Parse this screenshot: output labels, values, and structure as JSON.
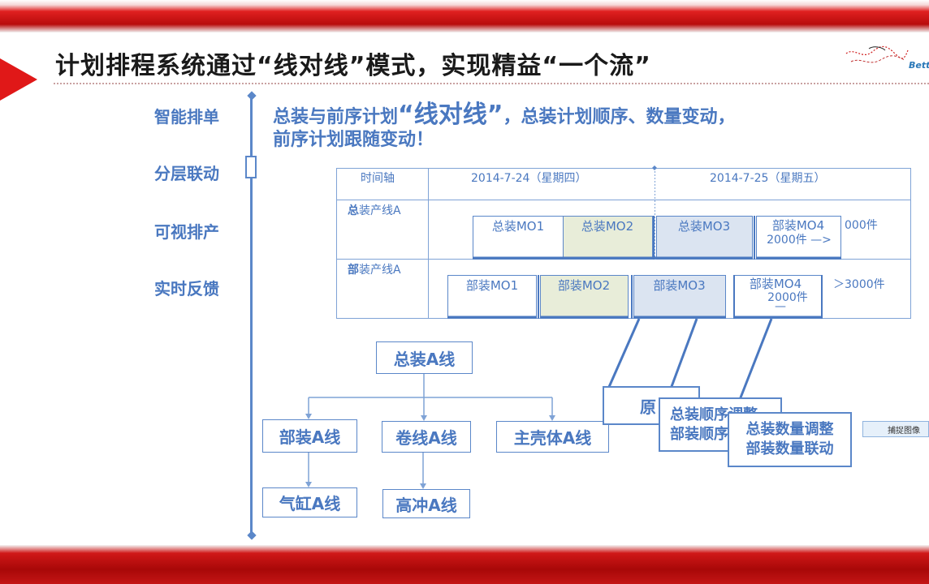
{
  "slide": {
    "title": "计划排程系统通过“线对线”模式，实现精益“一个流”",
    "logo_text": "Better"
  },
  "nav": {
    "items": [
      "智能排单",
      "分层联动",
      "可视排产",
      "实时反馈"
    ],
    "active_index": 1
  },
  "headline": {
    "part1": "总装与前序计划",
    "quote": "“线对线”",
    "part2": "，总装计划顺序、数量变动，",
    "line2": "前序计划跟随变动！"
  },
  "timeline": {
    "header_label": "时间轴",
    "day1": "2014-7-24（星期四）",
    "day2": "2014-7-25（星期五）",
    "row1": {
      "label_bold": "总",
      "label_rest": "装产线A",
      "blocks": [
        "总装MO1",
        "总装MO2",
        "总装MO3",
        "部装MO4"
      ],
      "mo4_qty": "2000件 —>",
      "overflow": "000件"
    },
    "row2": {
      "label_bold": "部",
      "label_rest": "装产线A",
      "blocks": [
        "部装MO1",
        "部装MO2",
        "部装MO3",
        "部装MO4"
      ],
      "mo4_qty": "2000件",
      "mo4_dash": "—",
      "overflow": "＞3000件"
    }
  },
  "tree": {
    "root": "总装A线",
    "children": [
      "部装A线",
      "卷线A线",
      "主壳体A线"
    ],
    "grandchildren": [
      "气缸A线",
      "高冲A线"
    ]
  },
  "callouts": {
    "c1": "原",
    "c2_line1": "总装顺序",
    "c2_tail": "调整",
    "c2_line2": "部装顺序",
    "c3_line1": "总装数量调整",
    "c3_line2": "部装数量联动"
  },
  "colors": {
    "accent_blue": "#4a78c0",
    "line_blue": "#5b87c9",
    "block_green": "#e8edd9",
    "block_blue": "#dbe4f1",
    "brand_red": "#d01818"
  },
  "floating_button": {
    "label": "捕捉图像"
  }
}
